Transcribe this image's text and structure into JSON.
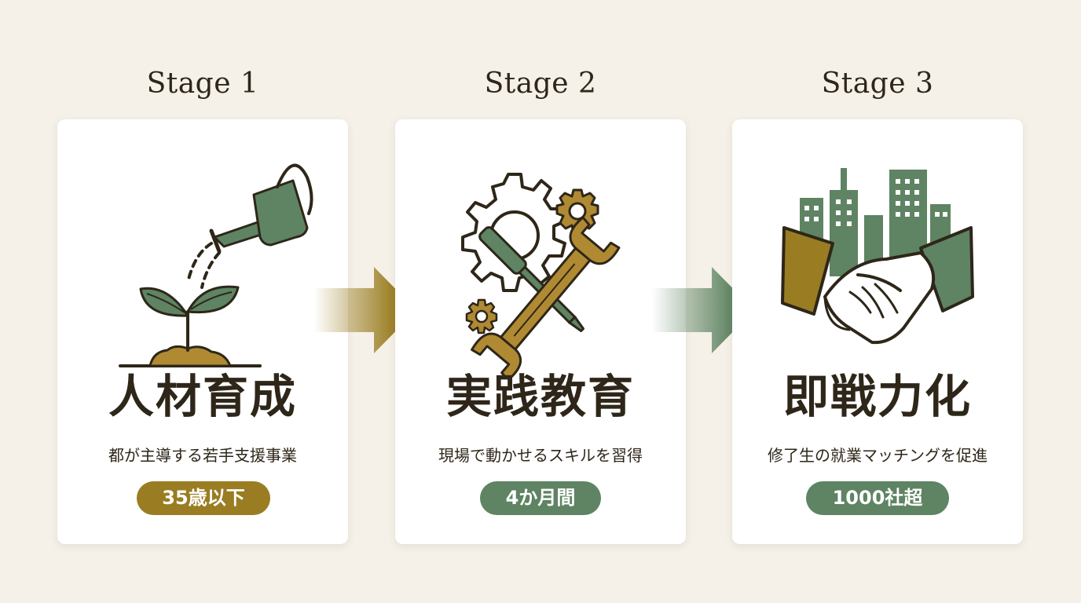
{
  "colors": {
    "background": "#f5f1e8",
    "card": "#ffffff",
    "text_dark": "#2e2619",
    "gold": "#9a7d22",
    "green": "#5e8463"
  },
  "stages": [
    {
      "label": "Stage 1",
      "icon": "watering-can-sprout-icon",
      "title": "人材育成",
      "subtitle": "都が主導する若手支援事業",
      "badge": "35歳以下",
      "badge_color": "#9a7d22"
    },
    {
      "label": "Stage 2",
      "icon": "gears-and-tools-icon",
      "title": "実践教育",
      "subtitle": "現場で動かせるスキルを習得",
      "badge": "4か月間",
      "badge_color": "#5e8463"
    },
    {
      "label": "Stage 3",
      "icon": "handshake-city-icon",
      "title": "即戦力化",
      "subtitle": "修了生の就業マッチングを促進",
      "badge": "1000社超",
      "badge_color": "#5e8463"
    }
  ],
  "arrows": [
    {
      "icon": "right-arrow-icon",
      "color": "#9a7d22"
    },
    {
      "icon": "right-arrow-icon",
      "color": "#5e8463"
    }
  ]
}
